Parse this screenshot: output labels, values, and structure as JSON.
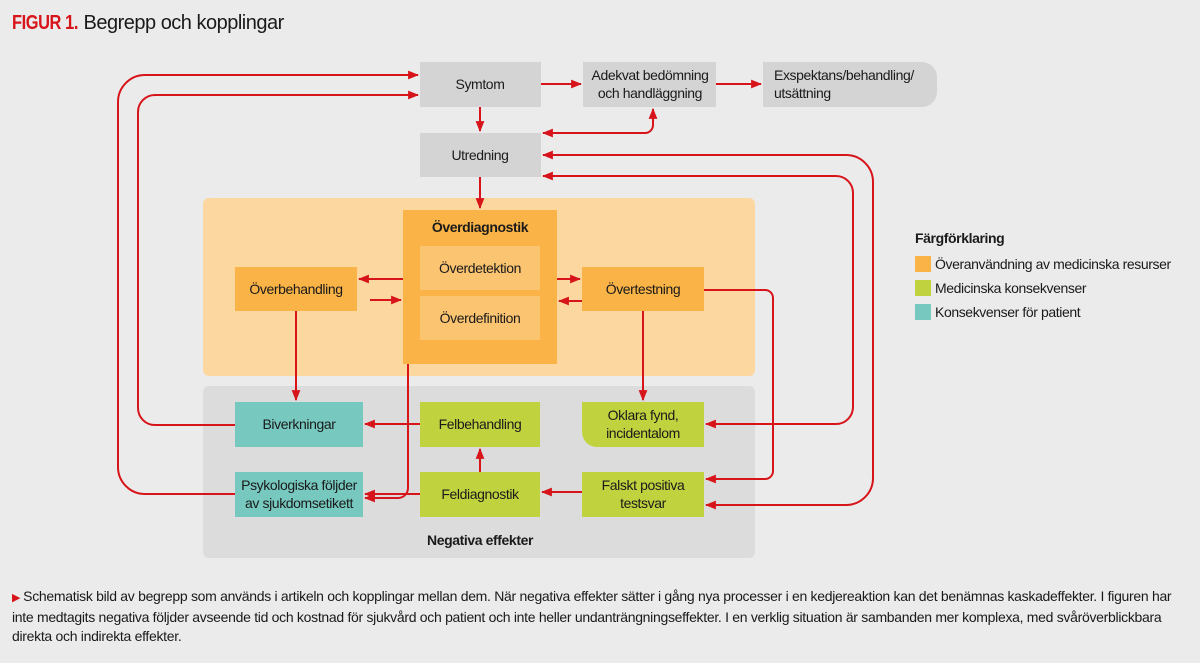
{
  "figure": {
    "label": "FIGUR 1.",
    "title": "Begrepp och kopplingar"
  },
  "colors": {
    "accent_red": "#d7141a",
    "gray_box": "#d4d4d4",
    "orange_region": "#fdd7a0",
    "orange_box": "#f9b346",
    "orange_inner": "#fbc471",
    "green_box": "#c0d23e",
    "teal_box": "#77c8bf",
    "negative_region": "#dcdcdc"
  },
  "nodes": {
    "symtom": "Symtom",
    "adekvat": [
      "Adekvat bedömning",
      "och handläggning"
    ],
    "exspektans": [
      "Exspektans/behandling/",
      "utsättning"
    ],
    "utredning": "Utredning",
    "overdiagnostik": "Överdiagnostik",
    "overdetektion": "Överdetektion",
    "overdefinition": "Överdefinition",
    "overbehandling": "Överbehandling",
    "overtestning": "Övertestning",
    "biverkningar": "Biverkningar",
    "felbehandling": "Felbehandling",
    "oklara_fynd": [
      "Oklara fynd,",
      "incidentalom"
    ],
    "psykologiska": [
      "Psykologiska följder",
      "av sjukdomsetikett"
    ],
    "feldiagnostik": "Feldiagnostik",
    "falskt_positiva": [
      "Falskt positiva",
      "testsvar"
    ],
    "negativa_effekter": "Negativa effekter"
  },
  "legend": {
    "title": "Färgförklaring",
    "items": [
      {
        "label": "Överanvändning av medicinska resurser",
        "color": "#f9b346"
      },
      {
        "label": "Medicinska konsekvenser",
        "color": "#c0d23e"
      },
      {
        "label": "Konsekvenser för patient",
        "color": "#77c8bf"
      }
    ]
  },
  "caption": {
    "marker": "▶",
    "text": "Schematisk bild av begrepp som används i artikeln och kopplingar mellan dem. När negativa effekter sätter i gång nya processer i en kedjereaktion kan det benämnas kaskadeffekter. I figuren har inte medtagits negativa följder avseende tid och kostnad för sjukvård och patient och inte heller undanträngningseffekter. I en verklig situation är sambanden mer komplexa, med svåröverblickbara direkta och indirekta effekter."
  }
}
